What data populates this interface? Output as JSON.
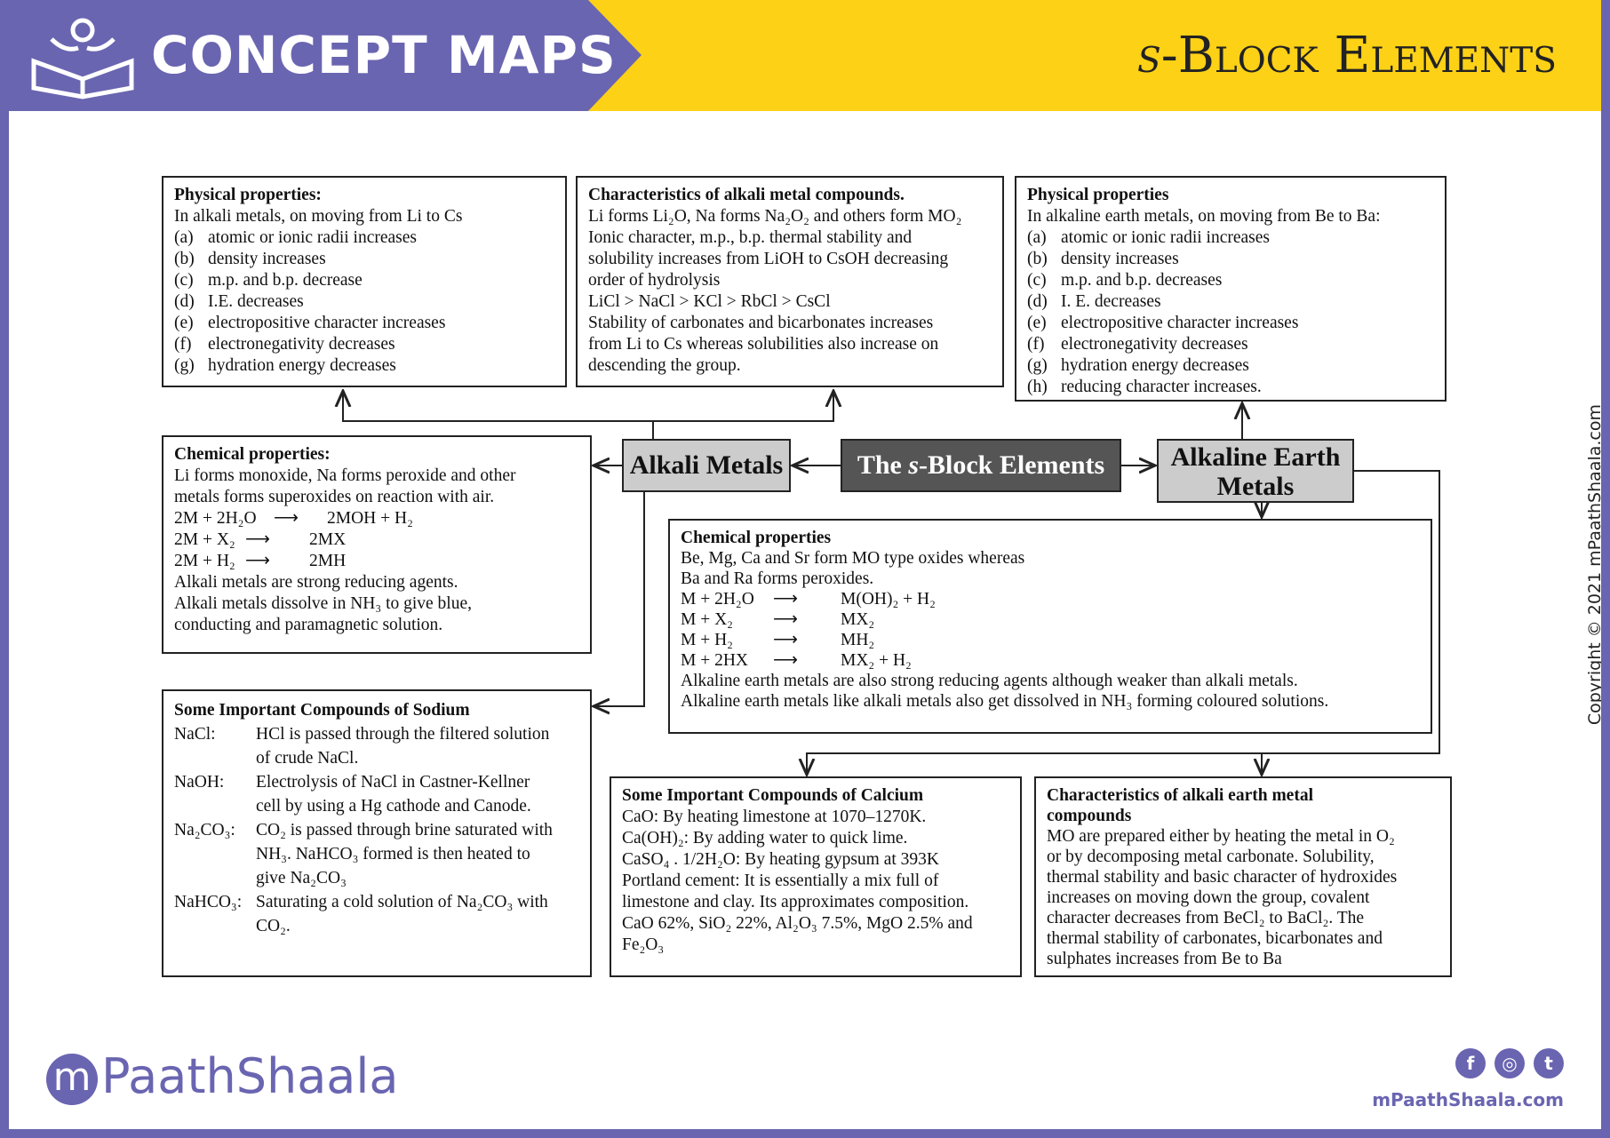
{
  "header": {
    "brand": "CONCEPT MAPS",
    "topic_prefix": "s",
    "topic_rest": "-Block Elements"
  },
  "center": {
    "prefix": "The ",
    "italic": "s",
    "suffix": "-Block Elements"
  },
  "alkali_node": "Alkali Metals",
  "alkaline_node_line1": "Alkaline Earth",
  "alkaline_node_line2": "Metals",
  "box_phys_alkali": {
    "title": "Physical properties:",
    "intro": "In alkali metals, on moving from Li to Cs",
    "items": [
      [
        "(a)",
        "atomic or ionic radii increases"
      ],
      [
        "(b)",
        "density increases"
      ],
      [
        "(c)",
        "m.p. and  b.p. decrease"
      ],
      [
        "(d)",
        "I.E. decreases"
      ],
      [
        "(e)",
        "electropositive character increases"
      ],
      [
        "(f)",
        "electronegativity decreases"
      ],
      [
        "(g)",
        "hydration energy decreases"
      ]
    ]
  },
  "box_char_alkali": {
    "title": "Characteristics of alkali metal compounds.",
    "line1": "Li forms Li₂O, Na forms Na₂O₂ and others form MO₂",
    "line2": "Ionic character, m.p., b.p. thermal stability and",
    "line3": "solubility increases from LiOH to CsOH decreasing",
    "line4": "order of hydrolysis",
    "line5": "LiCl > NaCl > KCl > RbCl > CsCl",
    "line6": "Stability of carbonates and bicarbonates increases",
    "line7": "from Li to Cs whereas solubilities also increase on",
    "line8": "descending the group."
  },
  "box_phys_alkaline": {
    "title": "Physical properties",
    "intro": "In alkaline earth metals, on moving from Be to Ba:",
    "items": [
      [
        "(a)",
        "atomic or ionic radii increases"
      ],
      [
        "(b)",
        "density increases"
      ],
      [
        "(c)",
        "m.p. and b.p. decreases"
      ],
      [
        "(d)",
        "I. E. decreases"
      ],
      [
        "(e)",
        "electropositive character increases"
      ],
      [
        "(f)",
        "electronegativity decreases"
      ],
      [
        "(g)",
        "hydration energy decreases"
      ],
      [
        "(h)",
        "reducing character increases."
      ]
    ]
  },
  "box_chem_alkali": {
    "title": "Chemical properties:",
    "line1": "Li forms monoxide, Na forms peroxide and other",
    "line2": "metals forms superoxides on reaction with air.",
    "eq1_l": "2M + 2H₂O",
    "eq1_r": "2MOH + H₂",
    "eq2_l": "2M + X₂",
    "eq2_r": "2MX",
    "eq3_l": "2M + H₂",
    "eq3_r": "2MH",
    "line3": "Alkali metals are strong reducing agents.",
    "line4": "Alkali  metals  dissolve  in  NH₃  to  give  blue,",
    "line5": "conducting and paramagnetic solution."
  },
  "box_chem_alkaline": {
    "title": "Chemical properties",
    "line1": "Be, Mg, Ca and Sr form MO type oxides whereas",
    "line2": "Ba and Ra forms peroxides.",
    "eq1_l": "M + 2H₂O",
    "eq1_r": "M(OH)₂ + H₂",
    "eq2_l": "M + X₂",
    "eq2_r": "MX₂",
    "eq3_l": "M + H₂",
    "eq3_r": "MH₂",
    "eq4_l": "M + 2HX",
    "eq4_r": "MX₂ + H₂",
    "line3": "Alkaline earth metals are also strong reducing agents although weaker than alkali metals.",
    "line4": "Alkaline earth metals like alkali metals also get dissolved in NH₃ forming coloured solutions."
  },
  "box_sodium": {
    "title": "Some Important Compounds of Sodium",
    "items": [
      [
        "NaCl:",
        "HCl is passed through the filtered solution",
        "of crude NaCl."
      ],
      [
        "NaOH:",
        "Electrolysis of NaCl in Castner-Kellner",
        "cell by using a Hg cathode and Canode."
      ],
      [
        "Na₂CO₃:",
        "CO₂ is passed through brine saturated with",
        "NH₃. NaHCO₃ formed is then heated to",
        "give Na₂CO₃"
      ],
      [
        "NaHCO₃:",
        "Saturating a cold solution of Na₂CO₃ with",
        "CO₂."
      ]
    ]
  },
  "box_calcium": {
    "title": "Some Important Compounds of Calcium",
    "line1": "CaO: By heating limestone at 1070–1270K.",
    "line2": "Ca(OH)₂: By adding water to quick lime.",
    "line3": "CaSO₄ . 1/2H₂O: By heating gypsum at 393K",
    "line4": "Portland  cement:  It  is  essentially  a  mix  full  of",
    "line5": "limestone and clay. Its approximates composition.",
    "line6": "CaO 62%, SiO₂ 22%, Al₂O₃ 7.5%, MgO 2.5% and",
    "line7": "Fe₂O₃"
  },
  "box_char_alkaline": {
    "title1": "Characteristics  of  alkali  earth  metal",
    "title2": "compounds",
    "line1": "MO are prepared either by heating the metal in O₂",
    "line2": "or by decomposing metal carbonate. Solubility,",
    "line3": "thermal stability and basic character of hydroxides",
    "line4": "increases on moving down the group, covalent",
    "line5": "character decreases from BeCl₂ to BaCl₂. The",
    "line6": "thermal stability of carbonates, bicarbonates and",
    "line7": "sulphates increases from Be to Ba"
  },
  "copyright": "Copyright © 2021 mPaathShaala.com",
  "footer": {
    "logo": "PaathShaala",
    "logo_m": "m",
    "site": "mPaathShaala.com"
  },
  "social_icons": [
    "facebook-icon",
    "instagram-icon",
    "twitter-icon"
  ],
  "colors": {
    "brand_purple": "#6a65b1",
    "header_yellow": "#fcd116",
    "center_node": "#555555",
    "side_node": "#cccccc"
  }
}
